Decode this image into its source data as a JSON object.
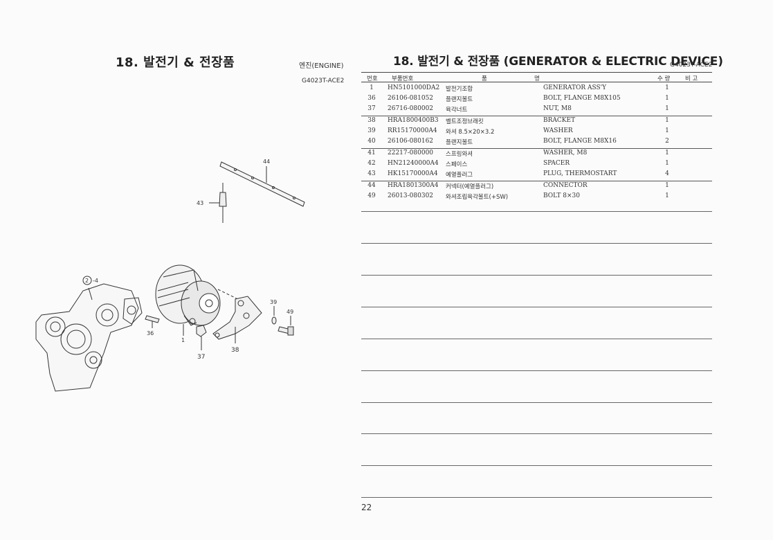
{
  "left_header": {
    "title": "18. 발전기 & 전장품",
    "engine_label": "엔진(ENGINE)",
    "model": "G4023T-ACE2"
  },
  "right_header": {
    "title": "18. 발전기 & 전장품 (GENERATOR & ELECTRIC DEVICE)",
    "model": "G4023T-ACE2"
  },
  "table": {
    "headers": {
      "no": "번호",
      "part_no": "부품번호",
      "name_left": "품",
      "name_right": "명",
      "qty": "수 량",
      "remark": "비 고"
    },
    "rows": [
      {
        "no": "1",
        "part_no": "HN5101000DA2",
        "kr": "발전기조합",
        "en": "GENERATOR ASS'Y",
        "qty": "1"
      },
      {
        "no": "36",
        "part_no": "26106-081052",
        "kr": "플랜지볼트",
        "en": "BOLT, FLANGE M8X105",
        "qty": "1"
      },
      {
        "no": "37",
        "part_no": "26716-080002",
        "kr": "육각너트",
        "en": "NUT, M8",
        "qty": "1"
      },
      {
        "no": "38",
        "part_no": "HRA1800400B3",
        "kr": "벨트조정브래킷",
        "en": "BRACKET",
        "qty": "1"
      },
      {
        "no": "39",
        "part_no": "RR15170000A4",
        "kr": "와셔 8.5×20×3.2",
        "en": "WASHER",
        "qty": "1"
      },
      {
        "no": "40",
        "part_no": "26106-080162",
        "kr": "플랜지볼트",
        "en": "BOLT, FLANGE M8X16",
        "qty": "2"
      },
      {
        "no": "41",
        "part_no": "22217-080000",
        "kr": "스프링와셔",
        "en": "WASHER, M8",
        "qty": "1"
      },
      {
        "no": "42",
        "part_no": "HN21240000A4",
        "kr": "스페이스",
        "en": "SPACER",
        "qty": "1"
      },
      {
        "no": "43",
        "part_no": "HK15170000A4",
        "kr": "예열플러그",
        "en": "PLUG, THERMOSTART",
        "qty": "4"
      },
      {
        "no": "44",
        "part_no": "HRA1801300A4",
        "kr": "커넥터(예열플러그)",
        "en": "CONNECTOR",
        "qty": "1"
      },
      {
        "no": "49",
        "part_no": "26013-080302",
        "kr": "와셔조립육각볼트(+SW)",
        "en": "BOLT 8×30",
        "qty": "1"
      }
    ]
  },
  "callouts": {
    "c44": "44",
    "c43": "43",
    "c2": "2",
    "c4": "-4",
    "c39": "39",
    "c49": "49",
    "c36": "36",
    "c1": "1",
    "c38": "38",
    "c37": "37"
  },
  "page_number": "22"
}
